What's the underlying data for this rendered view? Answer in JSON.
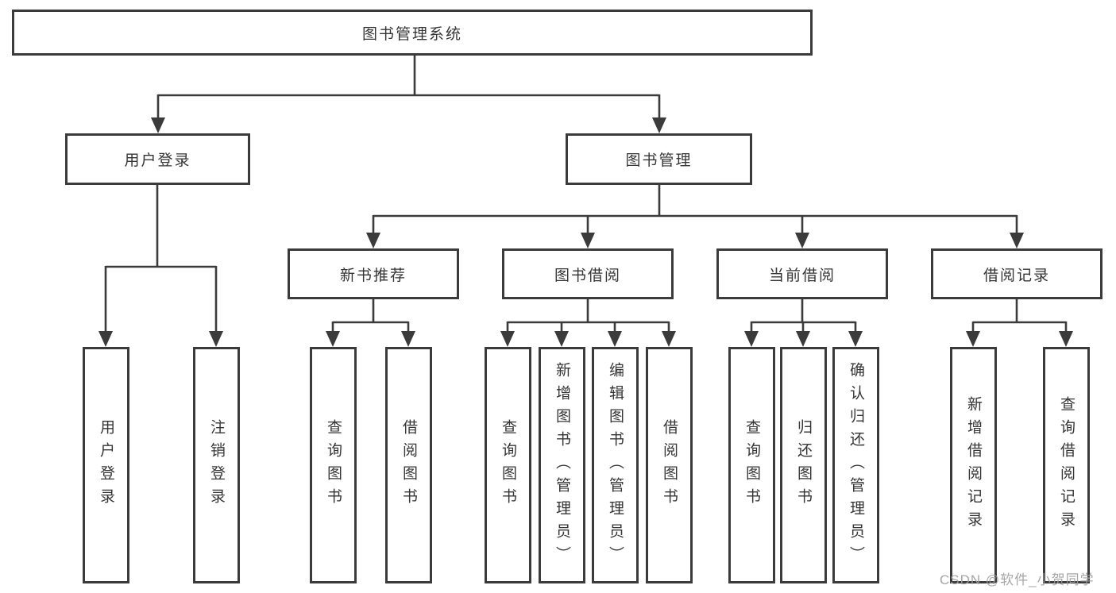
{
  "root": {
    "label": "图书管理系统"
  },
  "branches": {
    "user_login": {
      "label": "用户登录",
      "leaves": [
        {
          "label": "用户登录"
        },
        {
          "label": "注销登录"
        }
      ]
    },
    "book_management": {
      "label": "图书管理",
      "groups": [
        {
          "label": "新书推荐",
          "leaves": [
            {
              "label": "查询图书"
            },
            {
              "label": "借阅图书"
            }
          ]
        },
        {
          "label": "图书借阅",
          "leaves": [
            {
              "label": "查询图书"
            },
            {
              "label": "新增图书（管理员）"
            },
            {
              "label": "编辑图书（管理员）"
            },
            {
              "label": "借阅图书"
            }
          ]
        },
        {
          "label": "当前借阅",
          "leaves": [
            {
              "label": "查询图书"
            },
            {
              "label": "归还图书"
            },
            {
              "label": "确认归还（管理员）"
            }
          ]
        },
        {
          "label": "借阅记录",
          "leaves": [
            {
              "label": "新增借阅记录"
            },
            {
              "label": "查询借阅记录"
            }
          ]
        }
      ]
    }
  },
  "watermark": {
    "text": "CSDN @软件_小贺同学"
  },
  "colors": {
    "line": "#3b3b3b",
    "text": "#353535",
    "watermark": "#9e9e9e",
    "background": "#ffffff"
  }
}
